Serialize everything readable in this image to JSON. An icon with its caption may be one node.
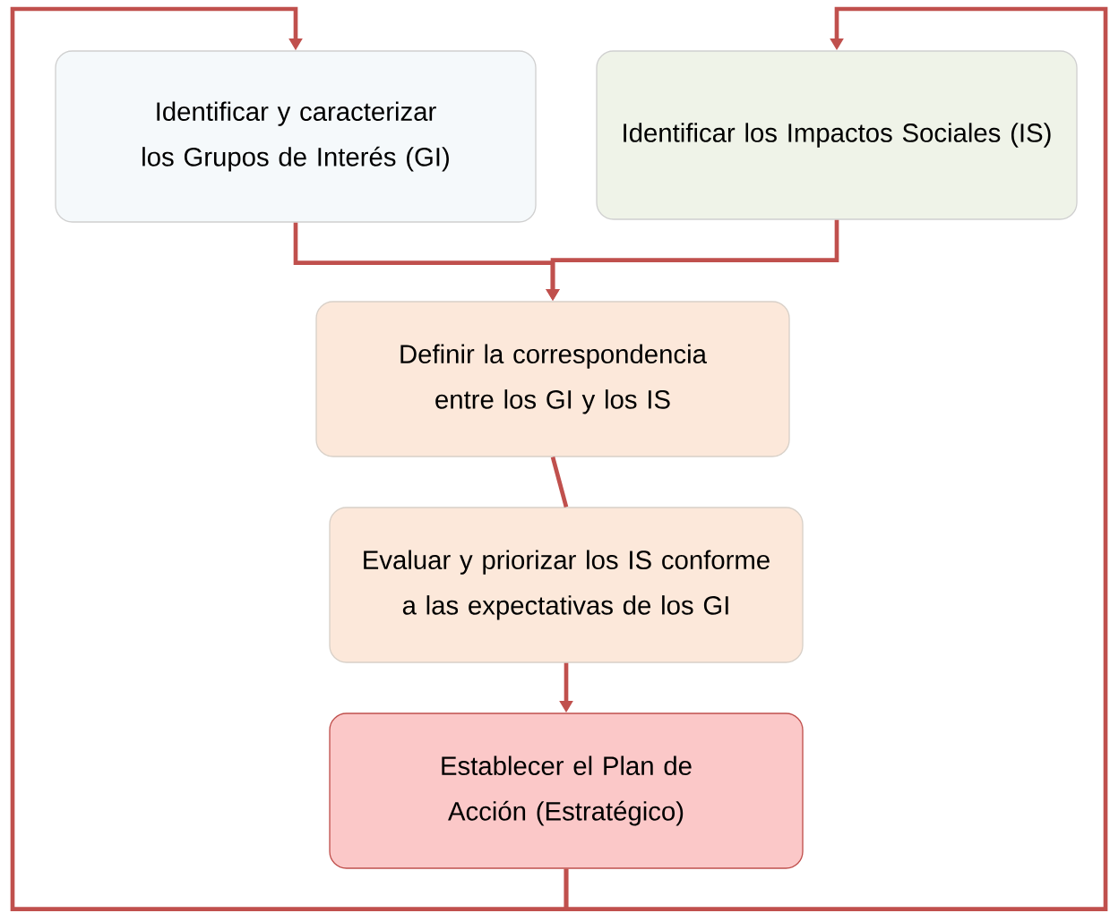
{
  "diagram": {
    "nodes": [
      {
        "text": [
          "Identificar y caracterizar los Grupos de Interés (GI)"
        ]
      },
      {
        "text": [
          "Identificar los Impactos Sociales (IS)"
        ]
      },
      {
        "text": [
          "Definir la correspondencia entre los GI y los IS"
        ]
      },
      {
        "text": [
          "Evaluar y priorizar los IS conforme a las expectativas de los GI"
        ]
      },
      {
        "text": [
          "Establecer el Plan de Acción (Estratégico)"
        ]
      }
    ],
    "edges": [
      {
        "from": 0,
        "to": 2,
        "arrow": "to"
      },
      {
        "from": 1,
        "to": 2,
        "arrow": "to"
      },
      {
        "from": 2,
        "to": 3,
        "arrow": "none"
      },
      {
        "from": 3,
        "to": 4,
        "arrow": "to"
      },
      {
        "from": 4,
        "to": 0,
        "arrow": "to"
      },
      {
        "from": 4,
        "to": 1,
        "arrow": "to"
      }
    ]
  }
}
